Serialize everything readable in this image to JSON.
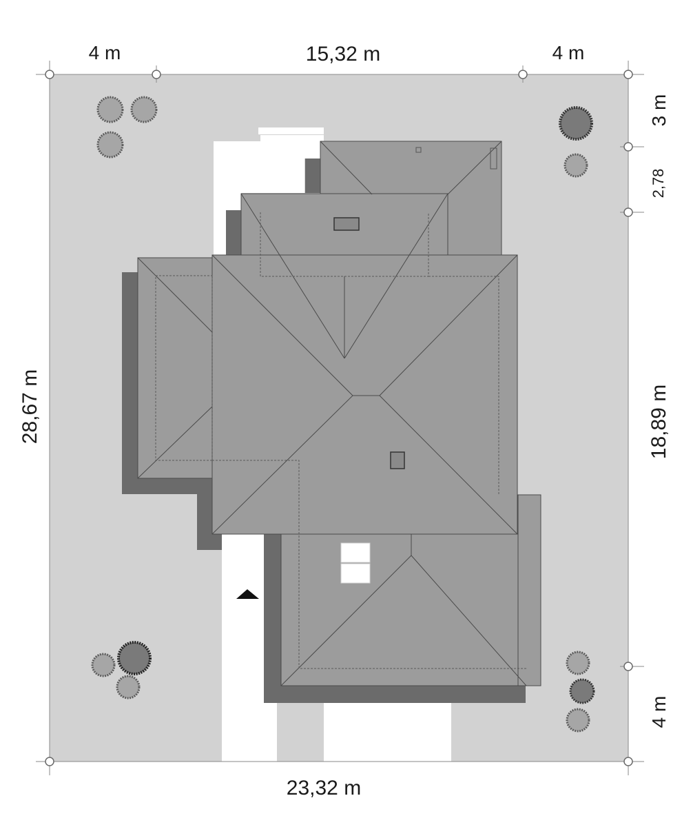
{
  "dimensions": {
    "top_left_margin": "4 m",
    "top_house_width": "15,32 m",
    "top_right_margin": "4 m",
    "right_top_offset": "3 m",
    "right_small_offset": "2,78",
    "right_house_depth": "18,89 m",
    "right_bottom_margin": "4 m",
    "left_total_depth": "28,67 m",
    "bottom_total_width": "23,32 m"
  },
  "colors": {
    "plot": "#d2d2d2",
    "roof": "#9c9c9c",
    "roof_line": "#4a4a4a",
    "shadow": "#6b6b6b",
    "paving": "#ffffff",
    "tree_light": "#a6a6a6",
    "tree_dark": "#7a7a7a",
    "entrance_marker": "#111111"
  },
  "icons": {
    "entrance": "entrance-arrow-icon",
    "tree": "tree-icon",
    "survey_point": "survey-point-icon"
  }
}
